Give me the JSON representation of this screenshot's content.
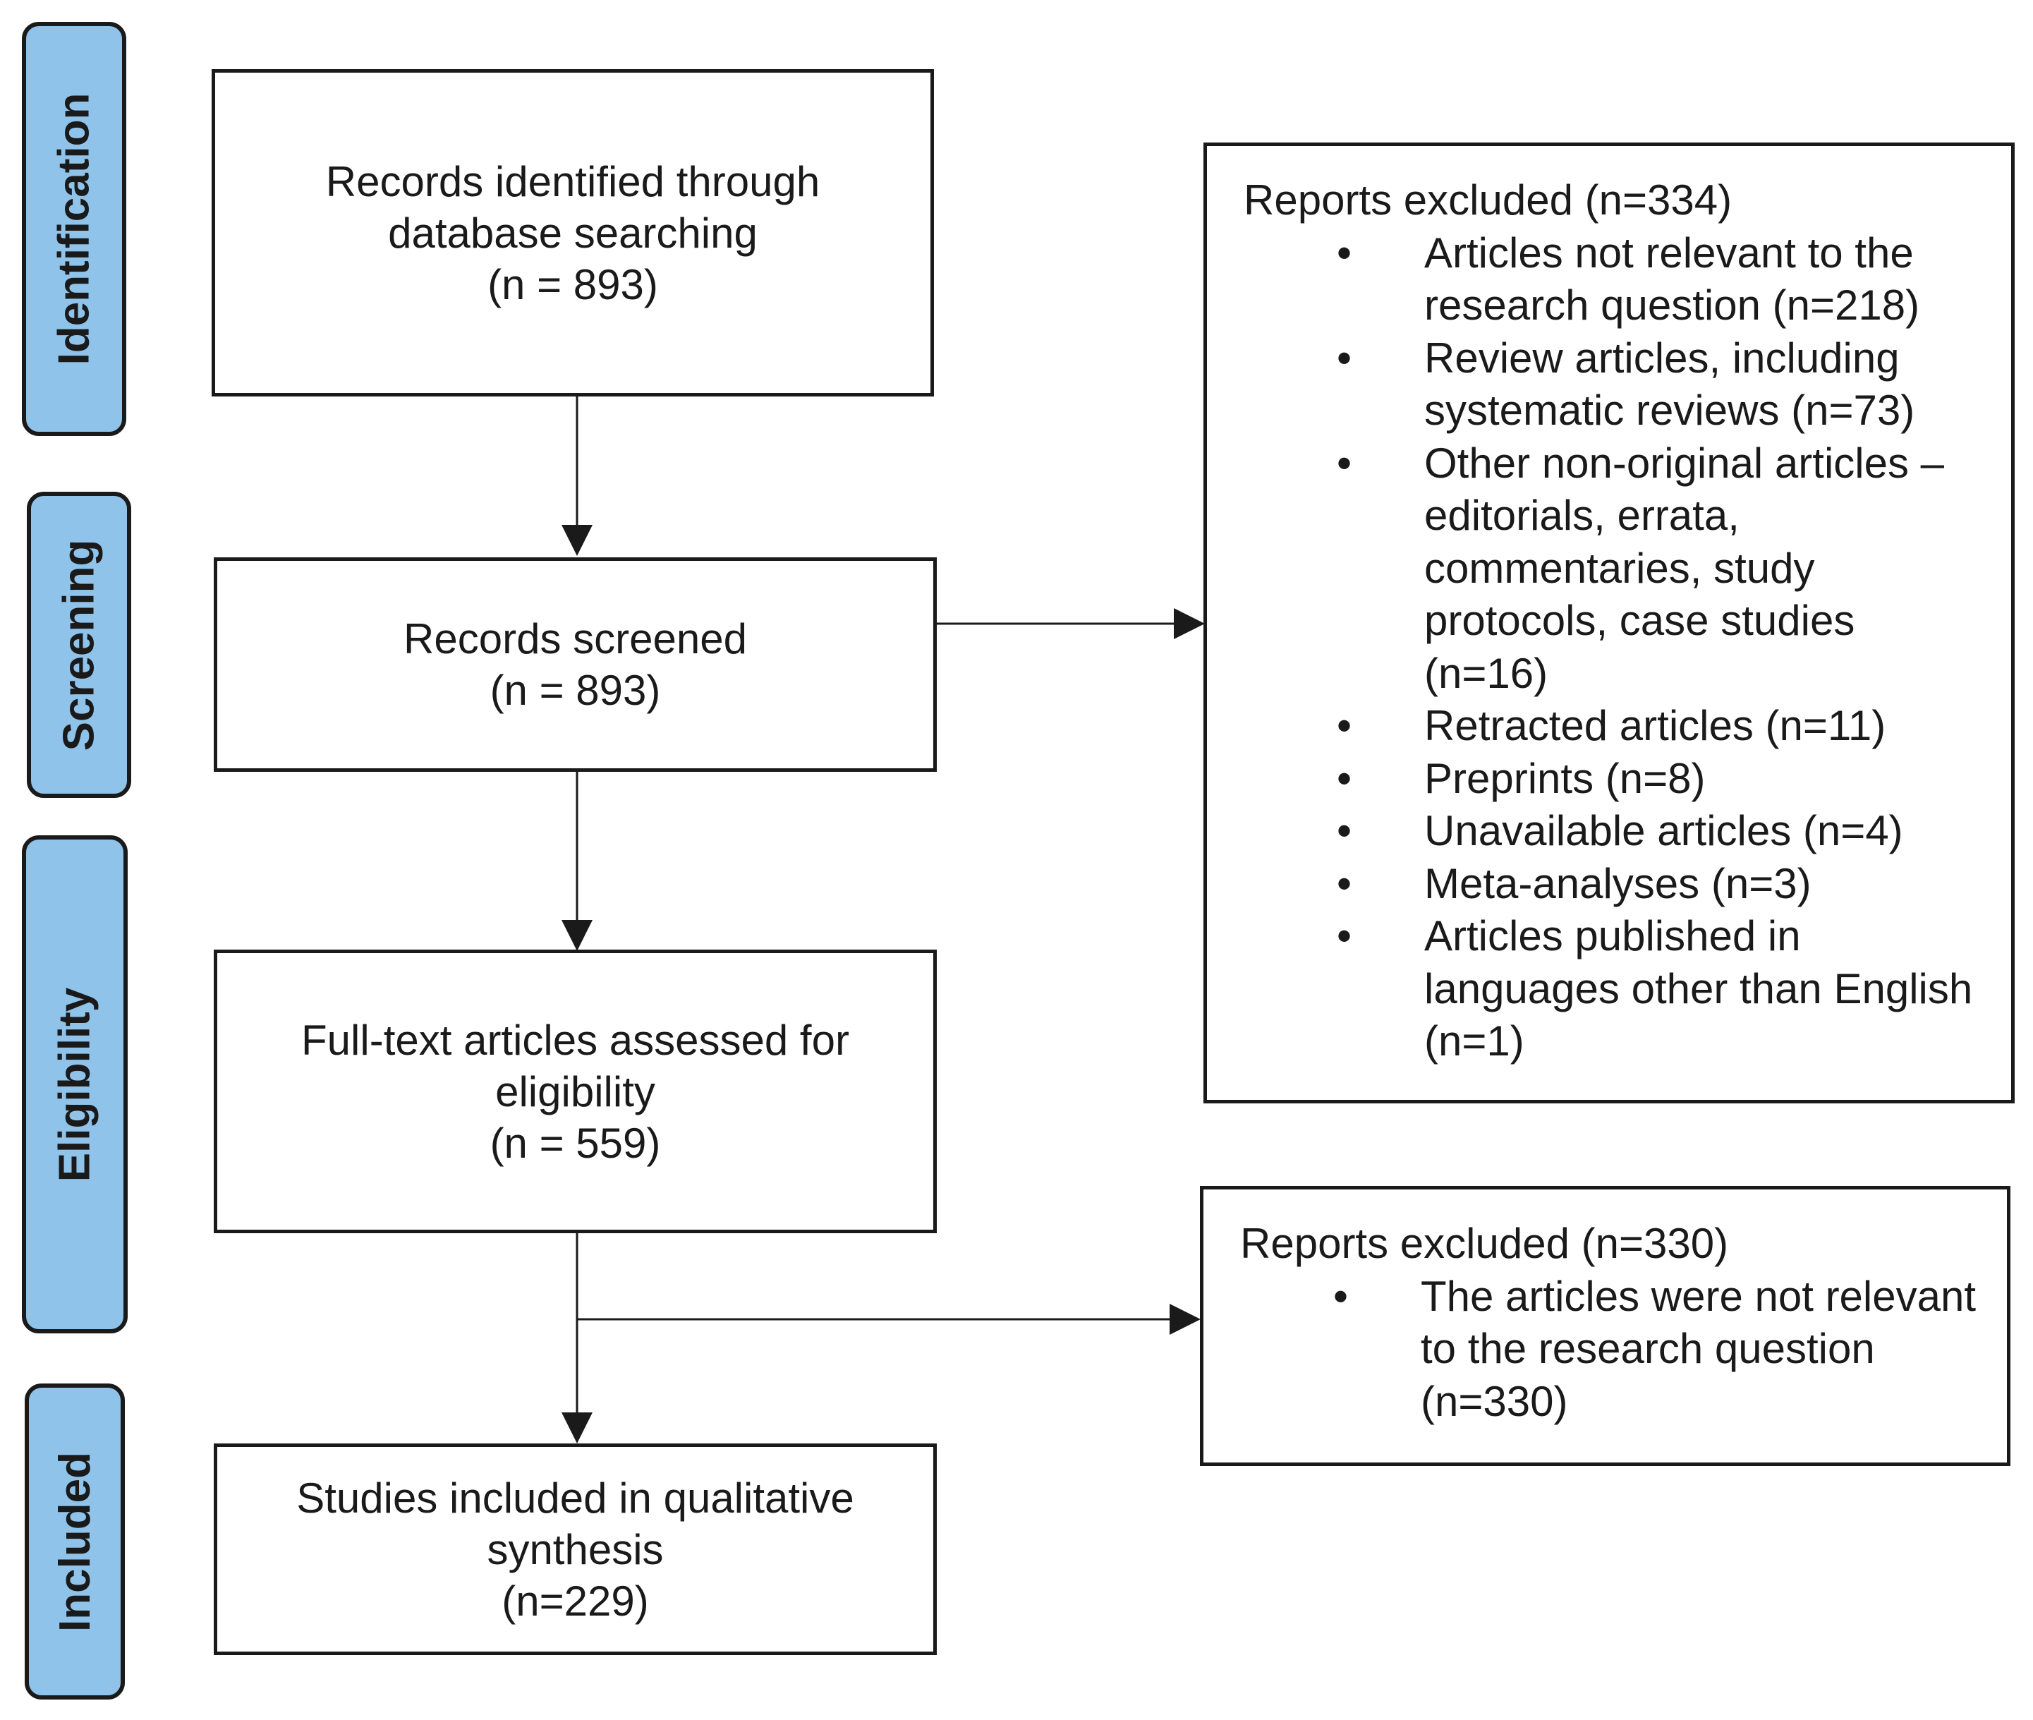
{
  "phases": {
    "identification": "Identification",
    "screening": "Screening",
    "eligibility": "Eligibility",
    "included": "Included"
  },
  "nodes": {
    "identified": {
      "lines": [
        "Records identified through",
        "database searching",
        "(n = 893)"
      ]
    },
    "screened": {
      "lines": [
        "Records screened",
        "(n = 893)"
      ]
    },
    "assessed": {
      "lines": [
        "Full-text articles assessed for",
        "eligibility",
        "(n = 559)"
      ]
    },
    "included": {
      "lines": [
        "Studies included in qualitative",
        "synthesis",
        "(n=229)"
      ]
    }
  },
  "exclusions": {
    "screening": {
      "title": "Reports excluded (n=334)",
      "items": [
        "Articles not relevant to the research question (n=218)",
        "Review articles, including systematic reviews (n=73)",
        "Other non-original articles – editorials, errata, commentaries, study protocols, case studies (n=16)",
        "Retracted articles (n=11)",
        "Preprints (n=8)",
        "Unavailable articles (n=4)",
        "Meta-analyses (n=3)",
        "Articles published in languages other than English (n=1)"
      ]
    },
    "eligibility": {
      "title": "Reports excluded (n=330)",
      "items": [
        "The articles were not relevant to the research question (n=330)"
      ]
    }
  },
  "bullet_glyph": "•",
  "colors": {
    "phase_fill": "#8fc3ea",
    "stroke": "#1a1a1a"
  }
}
